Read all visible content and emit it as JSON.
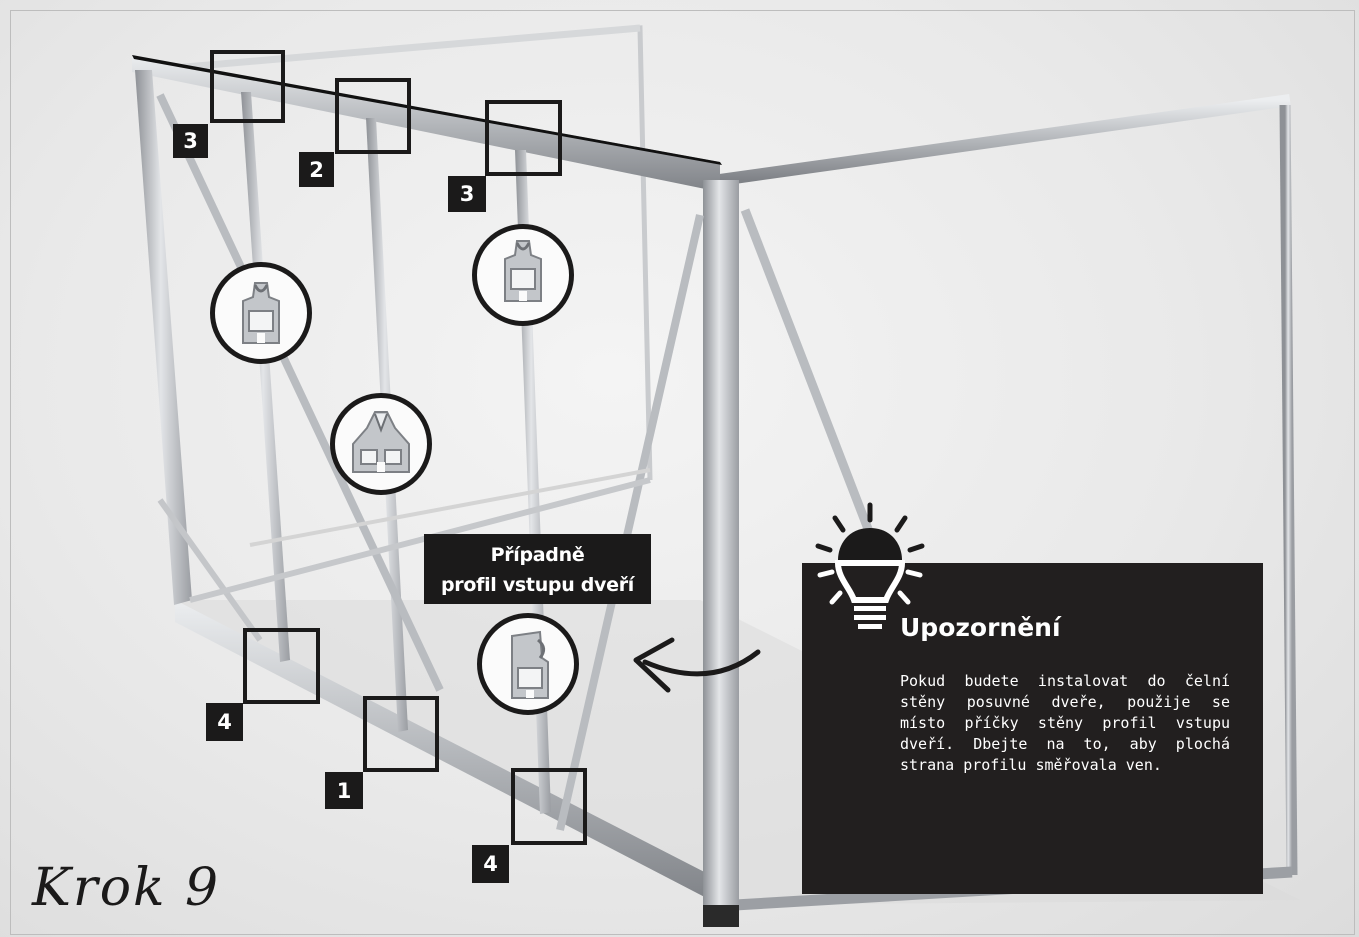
{
  "callouts": [
    {
      "id": "top-left",
      "label": "3"
    },
    {
      "id": "top-middle",
      "label": "2"
    },
    {
      "id": "top-right",
      "label": "3"
    },
    {
      "id": "bottom-left",
      "label": "4"
    },
    {
      "id": "bottom-middle",
      "label": "1"
    },
    {
      "id": "bottom-right",
      "label": "4"
    }
  ],
  "profiles": [
    {
      "id": "profile-left",
      "icon": "wall-profile-icon"
    },
    {
      "id": "profile-middle",
      "icon": "crossbar-profile-icon"
    },
    {
      "id": "profile-right",
      "icon": "wall-profile-icon"
    },
    {
      "id": "profile-door",
      "icon": "door-entry-profile-icon"
    }
  ],
  "door_label": {
    "line1": "Případně",
    "line2": "profil vstupu dveří"
  },
  "note": {
    "title": "Upozornění",
    "text": "Pokud budete instalovat do čelní stěny posuvné dveře, použije se místo příčky stěny profil vstupu dveří. Dbejte na to, aby plochá strana profilu směřovala ven.",
    "icon": "lightbulb-icon"
  },
  "step": "Krok 9",
  "colors": {
    "dark": "#1b1a1a",
    "panel": "#221f1f",
    "aluminium": "#b9bcc0"
  }
}
